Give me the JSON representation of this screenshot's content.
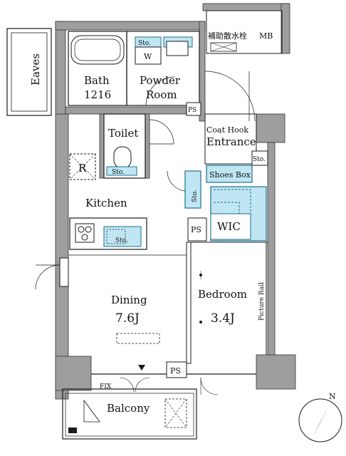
{
  "labels": {
    "eaves": "Eaves",
    "bath": "Bath",
    "bath_size": "1216",
    "powder": "Powder",
    "powder2": "Room",
    "sto": "Sto.",
    "w": "W",
    "valve": "補助散水栓",
    "mb": "MB",
    "toilet": "Toilet",
    "ps": "PS",
    "coat_hook": "Coat Hook",
    "entrance": "Entrance",
    "shoes_box": "Shoes Box",
    "r": "R",
    "kitchen": "Kitchen",
    "wic": "WIC",
    "dining": "Dining",
    "dining_size": "7.6J",
    "bedroom": "Bedroom",
    "bedroom_size": "3.4J",
    "picture_rail": "Picture Rail",
    "fix": "FIX",
    "balcony": "Balcony",
    "north": "N"
  },
  "colors": {
    "wall": "#9e9e9e",
    "line": "#1a1a1a",
    "storage_fill": "#bfe6f2",
    "storage_line": "#1f6f8b"
  }
}
